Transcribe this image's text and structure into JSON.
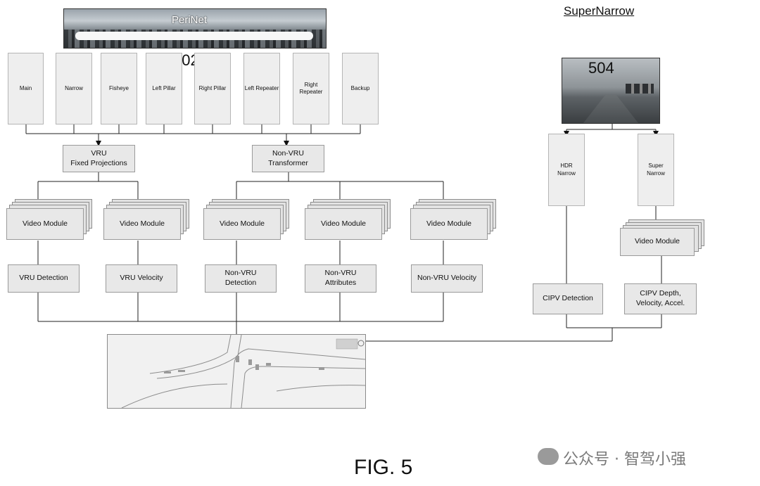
{
  "top": {
    "perinet_label": "PeriNet",
    "perinet_number": "502",
    "supernarrow_label": "SuperNarrow",
    "supernarrow_number": "504"
  },
  "cameras": [
    "Main",
    "Narrow",
    "Fisheye",
    "Left Pillar",
    "Right Pillar",
    "Left Repeater",
    "Right\nRepeater",
    "Backup"
  ],
  "projections": {
    "vru": "VRU\nFixed Projections",
    "nonvru": "Non-VRU\nTransformer"
  },
  "video_module_label": "Video Module",
  "outputs": {
    "vru_detection": "VRU Detection",
    "vru_velocity": "VRU Velocity",
    "nonvru_detection": "Non-VRU\nDetection",
    "nonvru_attributes": "Non-VRU\nAttributes",
    "nonvru_velocity": "Non-VRU Velocity"
  },
  "narrow_branch": {
    "hdr_narrow": "HDR\nNarrow",
    "super_narrow": "Super\nNarrow",
    "cipv_detection": "CIPV Detection",
    "cipv_depth": "CIPV Depth,\nVelocity, Accel."
  },
  "watermark": "公众号 · 智驾小强",
  "figure_label": "FIG. 5"
}
